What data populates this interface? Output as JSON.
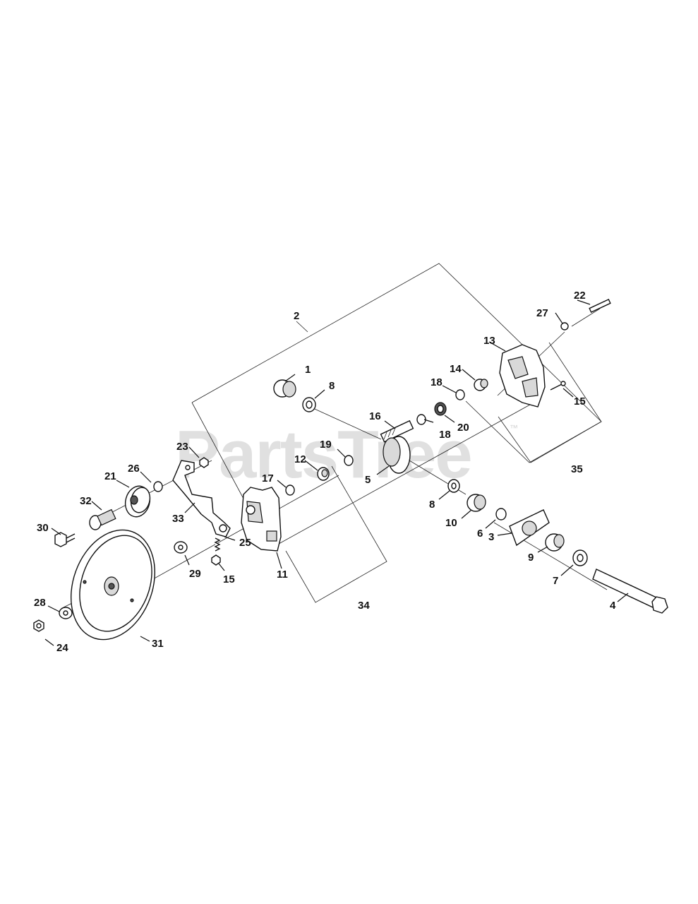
{
  "watermark": {
    "text": "PartsTree",
    "tm": "™"
  },
  "callouts": [
    {
      "id": "c1",
      "text": "1"
    },
    {
      "id": "c2",
      "text": "2"
    },
    {
      "id": "c3",
      "text": "3"
    },
    {
      "id": "c4",
      "text": "4"
    },
    {
      "id": "c5",
      "text": "5"
    },
    {
      "id": "c6",
      "text": "6"
    },
    {
      "id": "c7",
      "text": "7"
    },
    {
      "id": "c8a",
      "text": "8"
    },
    {
      "id": "c8b",
      "text": "8"
    },
    {
      "id": "c9",
      "text": "9"
    },
    {
      "id": "c10",
      "text": "10"
    },
    {
      "id": "c11",
      "text": "11"
    },
    {
      "id": "c12",
      "text": "12"
    },
    {
      "id": "c13",
      "text": "13"
    },
    {
      "id": "c14",
      "text": "14"
    },
    {
      "id": "c15a",
      "text": "15"
    },
    {
      "id": "c15b",
      "text": "15"
    },
    {
      "id": "c16",
      "text": "16"
    },
    {
      "id": "c17",
      "text": "17"
    },
    {
      "id": "c18a",
      "text": "18"
    },
    {
      "id": "c18b",
      "text": "18"
    },
    {
      "id": "c19",
      "text": "19"
    },
    {
      "id": "c20",
      "text": "20"
    },
    {
      "id": "c21",
      "text": "21"
    },
    {
      "id": "c22",
      "text": "22"
    },
    {
      "id": "c23",
      "text": "23"
    },
    {
      "id": "c24",
      "text": "24"
    },
    {
      "id": "c25",
      "text": "25"
    },
    {
      "id": "c26",
      "text": "26"
    },
    {
      "id": "c27",
      "text": "27"
    },
    {
      "id": "c28",
      "text": "28"
    },
    {
      "id": "c29",
      "text": "29"
    },
    {
      "id": "c30",
      "text": "30"
    },
    {
      "id": "c31",
      "text": "31"
    },
    {
      "id": "c32",
      "text": "32"
    },
    {
      "id": "c33",
      "text": "33"
    },
    {
      "id": "c34",
      "text": "34"
    },
    {
      "id": "c35",
      "text": "35"
    }
  ]
}
